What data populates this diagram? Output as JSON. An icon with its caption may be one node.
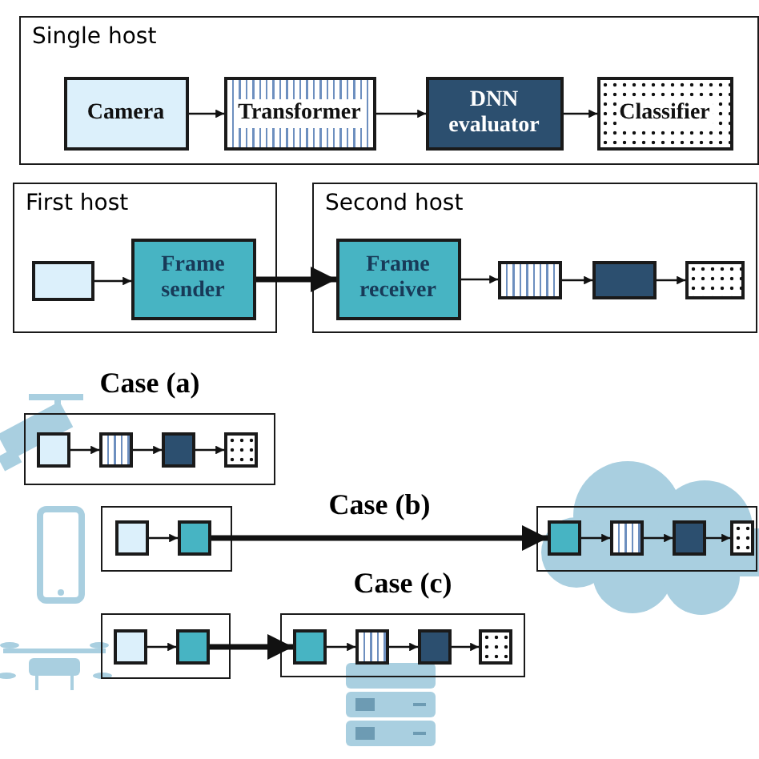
{
  "diagram": {
    "nodes": [
      {
        "text": [
          "Single host"
        ]
      },
      {
        "text": [
          "Camera"
        ],
        "in": 0
      },
      {
        "text": [
          "Transformer"
        ],
        "in": 0
      },
      {
        "text": [
          "DNN evaluator"
        ],
        "in": 0
      },
      {
        "text": [
          "Classifier"
        ],
        "in": 0
      },
      {
        "text": [
          "First host"
        ]
      },
      {
        "text": [],
        "shape": "box",
        "in": 5
      },
      {
        "text": [
          "Frame sender"
        ],
        "in": 5
      },
      {
        "text": [
          "Second host"
        ]
      },
      {
        "text": [
          "Frame receiver"
        ],
        "in": 8
      },
      {
        "text": [],
        "shape": "box",
        "in": 8
      },
      {
        "text": [],
        "shape": "box",
        "in": 8
      },
      {
        "text": [],
        "shape": "box",
        "in": 8
      },
      {
        "text": [
          "Case (a)"
        ]
      },
      {
        "text": [],
        "shape": "box",
        "in": 13
      },
      {
        "text": [],
        "shape": "box",
        "in": 13
      },
      {
        "text": [],
        "shape": "box",
        "in": 13
      },
      {
        "text": [],
        "shape": "box",
        "in": 13
      },
      {
        "text": [],
        "shape": "box"
      },
      {
        "text": [],
        "shape": "box",
        "in": 18
      },
      {
        "text": [],
        "shape": "box",
        "in": 18
      },
      {
        "text": [],
        "shape": "box"
      },
      {
        "text": [],
        "shape": "box",
        "in": 21
      },
      {
        "text": [],
        "shape": "box",
        "in": 21
      },
      {
        "text": [],
        "shape": "box",
        "in": 21
      },
      {
        "text": [],
        "shape": "box",
        "in": 21
      },
      {
        "text": [],
        "shape": "box"
      },
      {
        "text": [],
        "shape": "box",
        "in": 26
      },
      {
        "text": [],
        "shape": "box",
        "in": 26
      },
      {
        "text": [
          "Case (c)"
        ]
      },
      {
        "text": [],
        "shape": "box",
        "in": 29
      },
      {
        "text": [],
        "shape": "box",
        "in": 29
      },
      {
        "text": [],
        "shape": "box",
        "in": 29
      },
      {
        "text": [],
        "shape": "box",
        "in": 29
      }
    ],
    "edges": [
      {
        "from": 1,
        "to": 2,
        "arrow": "to"
      },
      {
        "from": 2,
        "to": 3,
        "arrow": "to"
      },
      {
        "from": 3,
        "to": 4,
        "arrow": "to"
      },
      {
        "from": 6,
        "to": 7,
        "arrow": "to"
      },
      {
        "from": 7,
        "to": 9,
        "arrow": "to",
        "style": "thick"
      },
      {
        "from": 9,
        "to": 10,
        "arrow": "to"
      },
      {
        "from": 10,
        "to": 11,
        "arrow": "to"
      },
      {
        "from": 11,
        "to": 12,
        "arrow": "to"
      },
      {
        "from": 14,
        "to": 15,
        "arrow": "to"
      },
      {
        "from": 15,
        "to": 16,
        "arrow": "to"
      },
      {
        "from": 16,
        "to": 17,
        "arrow": "to"
      },
      {
        "from": 19,
        "to": 20,
        "arrow": "to"
      },
      {
        "from": 20,
        "to": 22,
        "arrow": "to",
        "style": "thick",
        "label": "Case (b)"
      },
      {
        "from": 22,
        "to": 23,
        "arrow": "to"
      },
      {
        "from": 23,
        "to": 24,
        "arrow": "to"
      },
      {
        "from": 24,
        "to": 25,
        "arrow": "to"
      },
      {
        "from": 27,
        "to": 28,
        "arrow": "to"
      },
      {
        "from": 28,
        "to": 30,
        "arrow": "to",
        "style": "thick"
      },
      {
        "from": 30,
        "to": 31,
        "arrow": "to"
      },
      {
        "from": 31,
        "to": 32,
        "arrow": "to"
      },
      {
        "from": 32,
        "to": 33,
        "arrow": "to"
      }
    ]
  }
}
